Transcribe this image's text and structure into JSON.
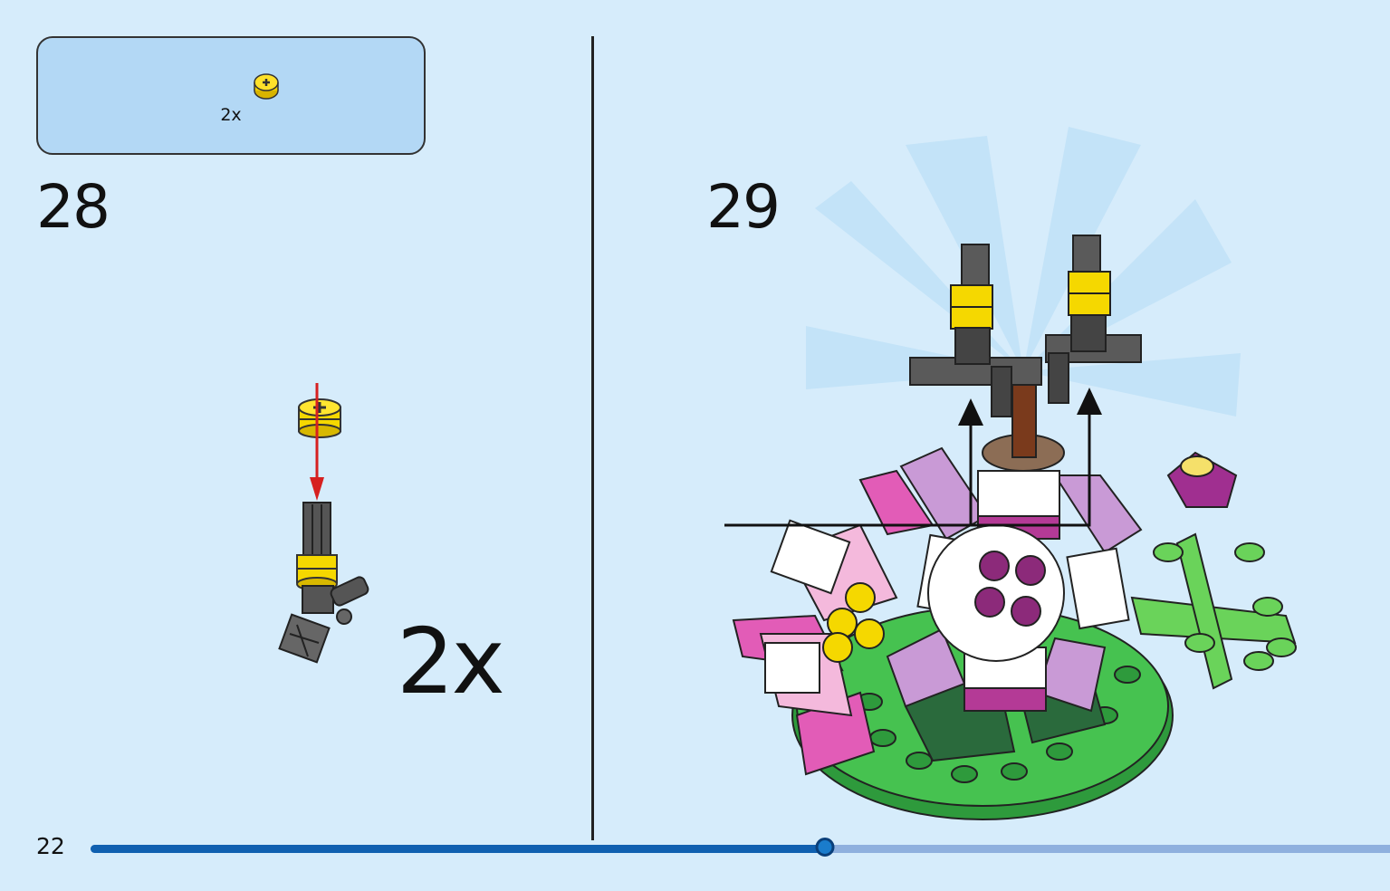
{
  "parts_list": {
    "quantity": "2x",
    "part": "yellow-bush-icon"
  },
  "steps": [
    {
      "number": "28",
      "repeat": "2x"
    },
    {
      "number": "29"
    }
  ],
  "page": {
    "number": "22",
    "progress": 0.565
  },
  "colors": {
    "background": "#d6ecfb",
    "parts_box": "#b3d8f5",
    "progress_fill": "#1060b0",
    "progress_track": "#8fb0de"
  }
}
